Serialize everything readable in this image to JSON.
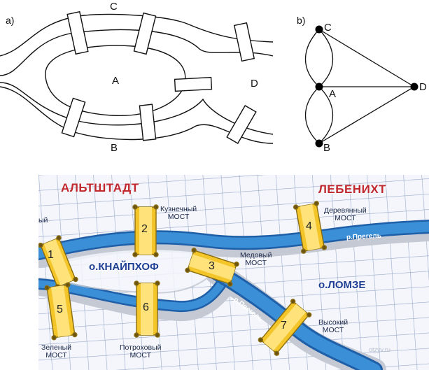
{
  "diagram_a": {
    "panel_label": "a)",
    "region_labels": {
      "c": "C",
      "a": "A",
      "d": "D",
      "b": "B"
    }
  },
  "diagram_b": {
    "panel_label": "b)",
    "nodes": {
      "c": "C",
      "a": "A",
      "b": "B",
      "d": "D"
    },
    "edges": [
      [
        "C",
        "A"
      ],
      [
        "C",
        "A"
      ],
      [
        "A",
        "B"
      ],
      [
        "A",
        "B"
      ],
      [
        "C",
        "D"
      ],
      [
        "A",
        "D"
      ],
      [
        "B",
        "D"
      ]
    ]
  },
  "map": {
    "districts": {
      "altstadt": "АЛЬТШТАДТ",
      "lebenicht": "ЛЕБЕНИХТ"
    },
    "islands": {
      "kneiphof": "о.КНАЙПХОФ",
      "lomse": "о.ЛОМЗЕ"
    },
    "rivers": {
      "upper": "р.Прегель",
      "lower": "р.Прегель"
    },
    "bridges": [
      {
        "number": "1",
        "name_line1": "",
        "name_line2": ""
      },
      {
        "number": "2",
        "name_line1": "Кузнечный",
        "name_line2": "МОСТ"
      },
      {
        "number": "3",
        "name_line1": "Медовый",
        "name_line2": "МОСТ"
      },
      {
        "number": "4",
        "name_line1": "Деревянный",
        "name_line2": "МОСТ"
      },
      {
        "number": "5",
        "name_line1": "Зеленый",
        "name_line2": "МОСТ"
      },
      {
        "number": "6",
        "name_line1": "Потроховый",
        "name_line2": "МОСТ"
      },
      {
        "number": "7",
        "name_line1": "Высокий",
        "name_line2": "МОСТ"
      }
    ],
    "partial_label": "ый",
    "watermark": "otzyv.ru",
    "colors": {
      "river": "#3b8fd6",
      "river_edge": "#1f5fa8",
      "bridge": "#f3c528",
      "district": "#c0282e",
      "island": "#1f3f95",
      "grid": "#9aa9c8"
    }
  }
}
